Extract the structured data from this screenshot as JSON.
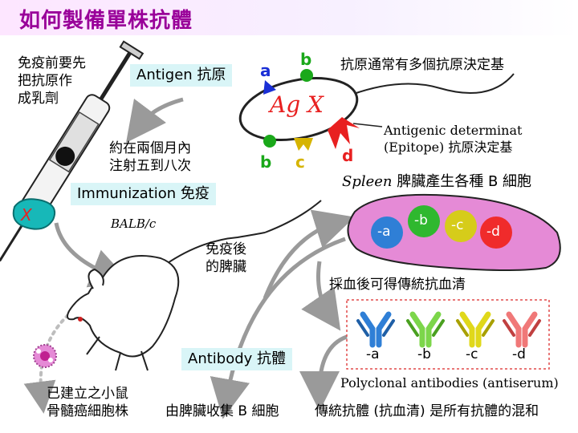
{
  "title": "如何製備單株抗體",
  "left_note": [
    "免疫前要先",
    "把抗原作",
    "成乳劑"
  ],
  "antigen_label": "Antigen 抗原",
  "antigen_text": "Ag X",
  "syringe_mark": "X",
  "epitope_letters": {
    "a": "a",
    "b_top": "b",
    "b_bottom": "b",
    "c": "c",
    "d": "d"
  },
  "epitope_note": "抗原通常有多個抗原決定基",
  "determinant_line1": "Antigenic determinat",
  "determinant_line2": "(Epitope) 抗原決定基",
  "schedule": [
    "約在兩個月內",
    "注射五到八次"
  ],
  "immunization_label": "Immunization 免疫",
  "spleen_title_italic": "Spleen",
  "spleen_title_rest": " 脾臟產生各種 B 細胞",
  "bcells": [
    "-a",
    "-b",
    "-c",
    "-d"
  ],
  "mouse_strain": "BALB/c",
  "immune_spleen": [
    "免疫後",
    "的脾臟"
  ],
  "blood_note": "採血後可得傳統抗血清",
  "antibody_labels": [
    "-a",
    "-b",
    "-c",
    "-d"
  ],
  "polyclonal_caption": "Polyclonal antibodies (antiserum)",
  "antibody_label": "Antibody 抗體",
  "collect_note": "由脾臟收集 B 細胞",
  "myeloma_note": [
    "已建立之小鼠",
    "骨髓癌細胞株"
  ],
  "traditional_note": "傳統抗體 (抗血清) 是所有抗體的混和",
  "colors": {
    "title": "#990099",
    "label_bg": "#d9f5f7",
    "spleen": "#e58ad6",
    "cell_a": "#2f7fd6",
    "cell_b": "#2fb82f",
    "cell_c": "#d6cc1a",
    "cell_d": "#f02b2b",
    "ab_a": "#2f7fd6",
    "ab_b": "#7cd64a",
    "ab_c": "#e0d81a",
    "ab_d": "#f07878",
    "epitope_a": "#1a2fd6",
    "epitope_b": "#1aa81a",
    "epitope_c": "#d6b400",
    "epitope_d": "#e82020"
  }
}
